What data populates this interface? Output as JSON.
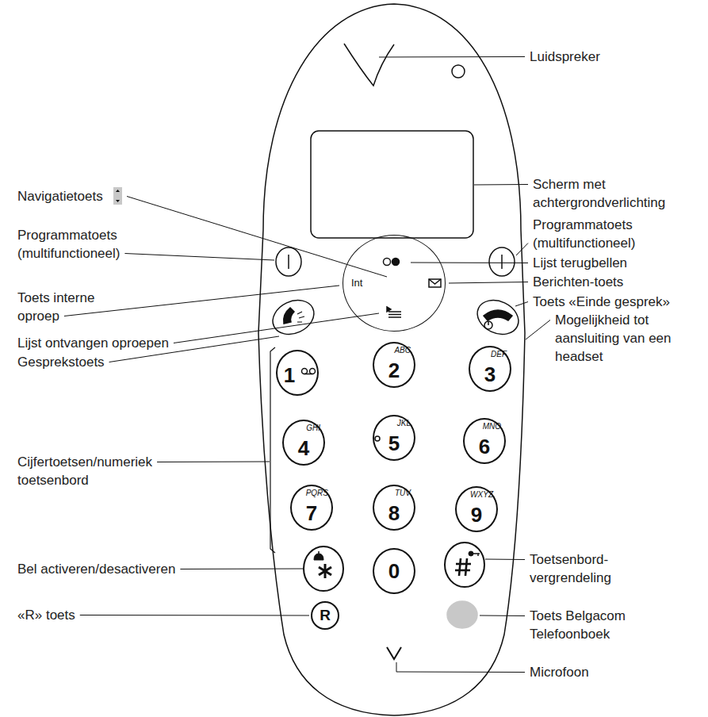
{
  "diagram": {
    "nodes": [
      {
        "text": [
          "Int"
        ]
      },
      {
        "text": [
          "1"
        ]
      },
      {
        "text": [
          "ABC",
          "2"
        ]
      },
      {
        "text": [
          "DEF",
          "3"
        ]
      },
      {
        "text": [
          "GHI",
          "4"
        ]
      },
      {
        "text": [
          "JKL",
          "5"
        ]
      },
      {
        "text": [
          "MNO",
          "6"
        ]
      },
      {
        "text": [
          "PQRS",
          "7"
        ]
      },
      {
        "text": [
          "TUV",
          "8"
        ]
      },
      {
        "text": [
          "WXYZ",
          "9"
        ]
      },
      {
        "text": [
          "0"
        ]
      },
      {
        "text": [
          "R"
        ]
      }
    ],
    "labels": [
      "Luidspreker",
      "Scherm met achtergrondverlichting",
      "Navigatietoets",
      "Programmatoets (multifunctioneel)",
      "Programmatoets (multifunctioneel)",
      "Lijst terugbellen",
      "Toets interne oproep",
      "Berichten-toets",
      "Lijst ontvangen oproepen",
      "Toets «Einde gesprek»",
      "Gesprekstoets",
      "Mogelijkheid tot aansluiting van een headset",
      "Cijfertoetsen/numeriek toetsenbord",
      "Bel activeren/desactiveren",
      "Toetsenbord- vergrendeling",
      "«R» toets",
      "Toets Belgacom Telefoonboek",
      "Microfoon"
    ]
  }
}
